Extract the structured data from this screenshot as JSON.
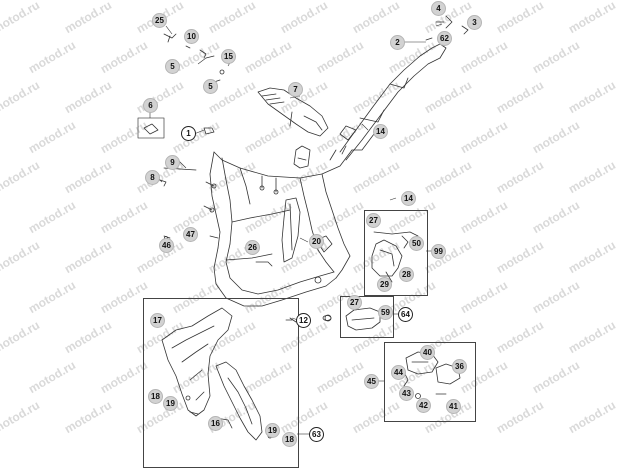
{
  "watermark": {
    "text": "motod.ru"
  },
  "callouts": {
    "c1": "1",
    "c2": "2",
    "c3": "3",
    "c4": "4",
    "c5a": "5",
    "c5b": "5",
    "c6": "6",
    "c7": "7",
    "c8": "8",
    "c9": "9",
    "c10": "10",
    "c12": "12",
    "c14a": "14",
    "c14b": "14",
    "c15": "15",
    "c16": "16",
    "c17": "17",
    "c18a": "18",
    "c18b": "18",
    "c19a": "19",
    "c19b": "19",
    "c20": "20",
    "c25": "25",
    "c26": "26",
    "c27a": "27",
    "c27b": "27",
    "c28": "28",
    "c29": "29",
    "c36": "36",
    "c40": "40",
    "c41": "41",
    "c42": "42",
    "c43": "43",
    "c44": "44",
    "c45": "45",
    "c46": "46",
    "c47": "47",
    "c50": "50",
    "c59": "59",
    "c62": "62",
    "c63": "63",
    "c64": "64",
    "c99": "99"
  }
}
